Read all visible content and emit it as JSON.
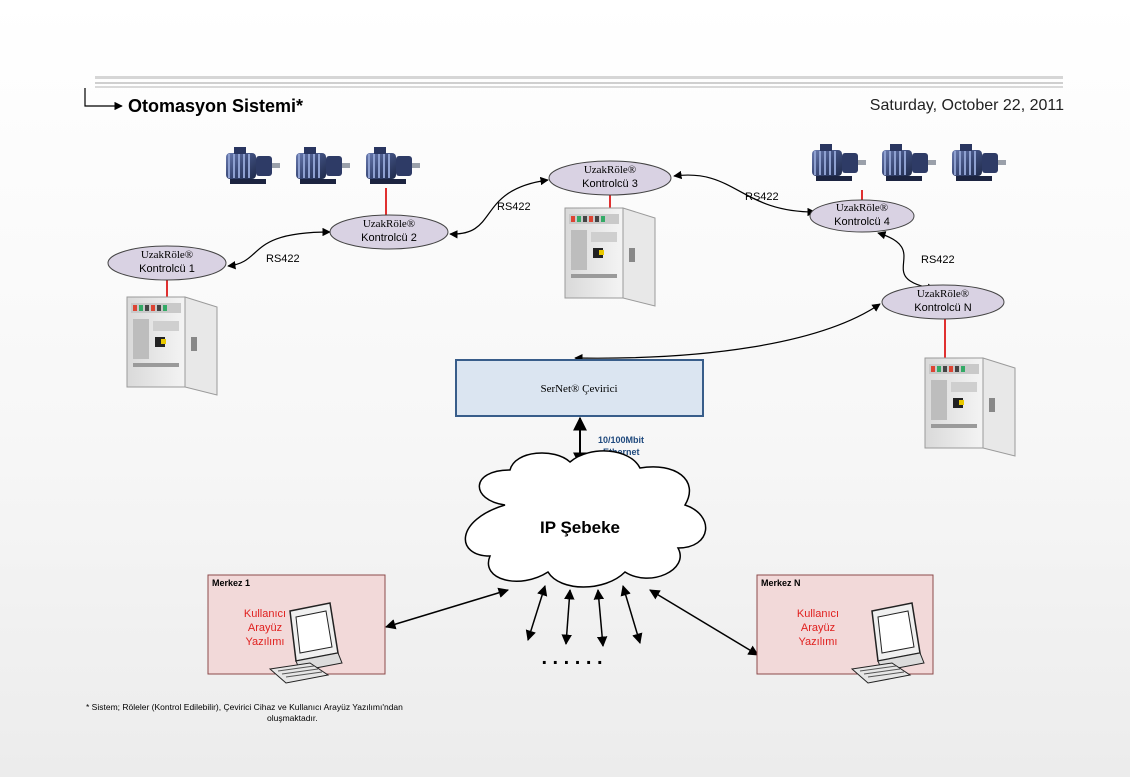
{
  "header": {
    "title": "Otomasyon Sistemi*",
    "date": "Saturday, October 22, 2011"
  },
  "controllers": [
    {
      "line1": "UzakRöle®",
      "line2": "Kontrolcü 1"
    },
    {
      "line1": "UzakRöle®",
      "line2": "Kontrolcü 2"
    },
    {
      "line1": "UzakRöle®",
      "line2": "Kontrolcü 3"
    },
    {
      "line1": "UzakRöle®",
      "line2": "Kontrolcü 4"
    },
    {
      "line1": "UzakRöle®",
      "line2": "Kontrolcü N"
    }
  ],
  "links": [
    "RS422",
    "RS422",
    "RS422",
    "RS422"
  ],
  "converter": {
    "label": "SerNet® Çevirici"
  },
  "ethernet": {
    "line1": "10/100Mbit",
    "line2": "Ethernet"
  },
  "network": {
    "label": "IP Şebeke"
  },
  "centers": [
    {
      "title": "Merkez 1",
      "lines": [
        "Kullanıcı",
        "Arayüz",
        "Yazılımı"
      ]
    },
    {
      "title": "Merkez N",
      "lines": [
        "Kullanıcı",
        "Arayüz",
        "Yazılımı"
      ]
    }
  ],
  "ellipsis": ".  .  .  .  .  .",
  "footnote": {
    "line1": "* Sistem; Röleler (Kontrol Edilebilir), Çevirici Cihaz ve Kullanıcı Arayüz Yazılımı'ndan",
    "line2": "oluşmaktadır."
  },
  "colors": {
    "controller_fill": "#d9d2e3",
    "converter_fill": "#dbe5f1",
    "converter_border": "#385d8a",
    "center_fill": "#f2d9d9",
    "center_border": "#8c4a4a",
    "software_text": "#e0201e",
    "ethernet_text": "#1f497d",
    "red_link": "#e03030",
    "motor": "#3c4b78"
  }
}
